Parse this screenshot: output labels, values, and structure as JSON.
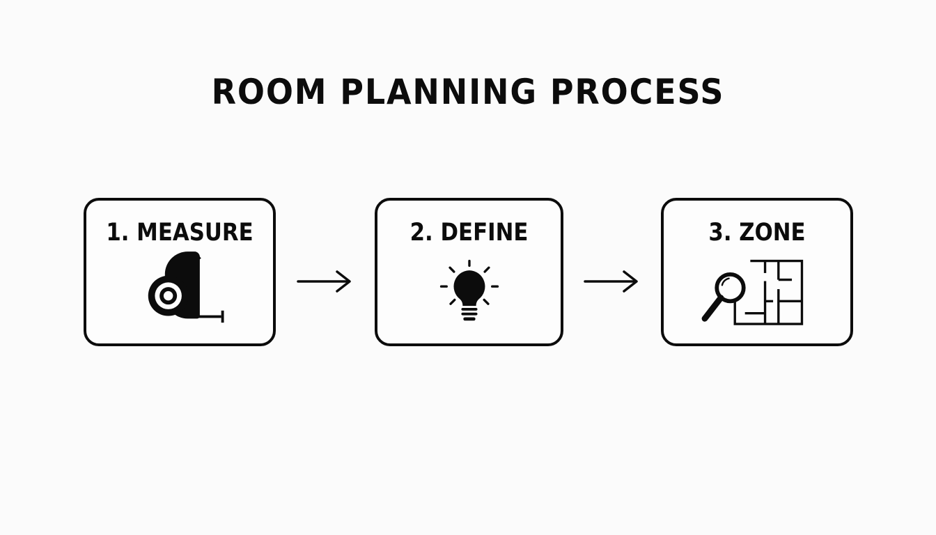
{
  "diagram": {
    "title": "ROOM PLANNING PROCESS",
    "steps": [
      {
        "label": "1. MEASURE",
        "icon": "tape-measure-icon"
      },
      {
        "label": "2. DEFINE",
        "icon": "lightbulb-icon"
      },
      {
        "label": "3. ZONE",
        "icon": "floor-plan-magnifier-icon"
      }
    ],
    "connector": "arrow-right-icon",
    "colors": {
      "background": "#fbfbfb",
      "ink": "#0c0c0c"
    }
  }
}
